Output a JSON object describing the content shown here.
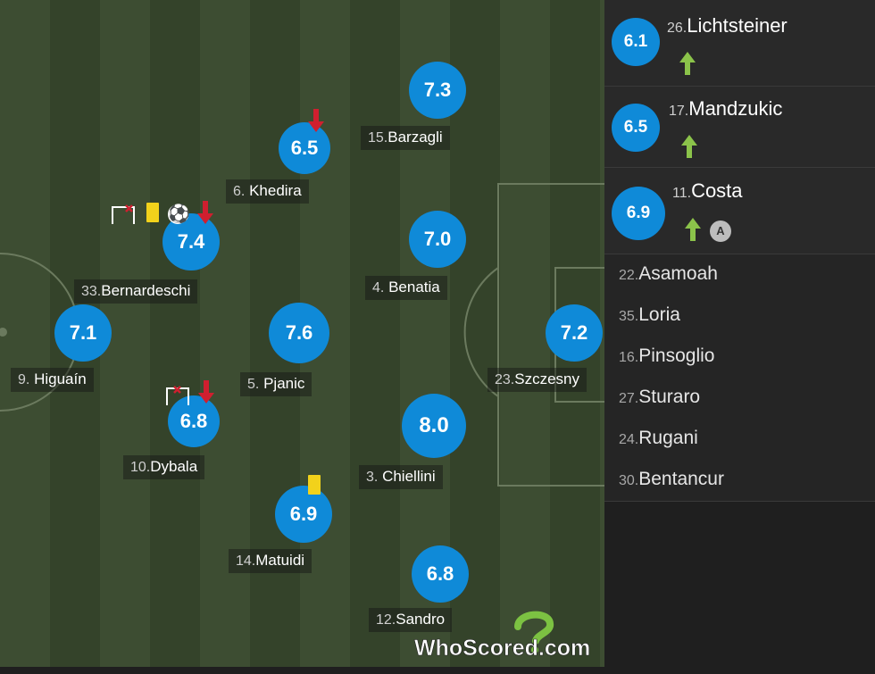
{
  "players": [
    {
      "id": "lichtsteiner_unused",
      "number": "",
      "name": "",
      "rating": ""
    },
    {
      "id": "barzagli",
      "number": "15.",
      "name": "Barzagli",
      "rating": "7.3"
    },
    {
      "id": "khedira",
      "number": "6.",
      "name": "Khedira",
      "rating": "6.5"
    },
    {
      "id": "bernardeschi",
      "number": "33.",
      "name": "Bernardeschi",
      "rating": "7.4"
    },
    {
      "id": "benatia",
      "number": "4.",
      "name": "Benatia",
      "rating": "7.0"
    },
    {
      "id": "higuain",
      "number": "9.",
      "name": "Higuaín",
      "rating": "7.1"
    },
    {
      "id": "pjanic",
      "number": "5.",
      "name": "Pjanic",
      "rating": "7.6"
    },
    {
      "id": "szczesny",
      "number": "23.",
      "name": "Szczesny",
      "rating": "7.2"
    },
    {
      "id": "dybala",
      "number": "10.",
      "name": "Dybala",
      "rating": "6.8"
    },
    {
      "id": "chiellini",
      "number": "3.",
      "name": "Chiellini",
      "rating": "8.0"
    },
    {
      "id": "matuidi",
      "number": "14.",
      "name": "Matuidi",
      "rating": "6.9"
    },
    {
      "id": "sandro",
      "number": "12.",
      "name": "Sandro",
      "rating": "6.8"
    }
  ],
  "substitutes_used": [
    {
      "number": "26.",
      "name": "Lichtsteiner",
      "rating": "6.1"
    },
    {
      "number": "17.",
      "name": "Mandzukic",
      "rating": "6.5"
    },
    {
      "number": "11.",
      "name": "Costa",
      "rating": "6.9",
      "assist_badge": "A"
    }
  ],
  "bench": [
    {
      "number": "22.",
      "name": "Asamoah"
    },
    {
      "number": "35.",
      "name": "Loria"
    },
    {
      "number": "16.",
      "name": "Pinsoglio"
    },
    {
      "number": "27.",
      "name": "Sturaro"
    },
    {
      "number": "24.",
      "name": "Rugani"
    },
    {
      "number": "30.",
      "name": "Bentancur"
    }
  ],
  "logo": {
    "text": "WhoScored.com"
  },
  "colors": {
    "rating_bubble": "#0f8ad8",
    "pitch_dark": "#34432a",
    "pitch_light": "#3d4d32",
    "sub_on": "#8bc34a",
    "sub_off": "#d01f2f",
    "yellow_card": "#f2d21b"
  }
}
